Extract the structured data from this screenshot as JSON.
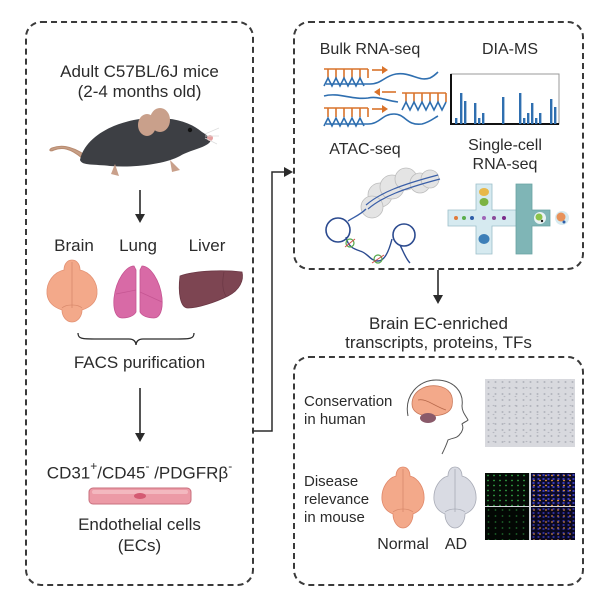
{
  "figure": {
    "left_panel": {
      "mouse_title_line1": "Adult C57BL/6J mice",
      "mouse_title_line2": "(2-4 months old)",
      "organs": [
        {
          "label": "Brain",
          "color": "#f3a98a"
        },
        {
          "label": "Lung",
          "color": "#d86aa6"
        },
        {
          "label": "Liver",
          "color": "#7d4552"
        }
      ],
      "facs_label": "FACS purification",
      "markers": [
        {
          "name": "CD31",
          "sign": "+"
        },
        {
          "name": "/CD45",
          "sign": "-"
        },
        {
          "name": " /PDGFRβ",
          "sign": "-"
        }
      ],
      "ec_label_line1": "Endothelial cells",
      "ec_label_line2": "(ECs)"
    },
    "omics_panel": {
      "methods": [
        {
          "label": "Bulk RNA-seq"
        },
        {
          "label": "DIA-MS"
        },
        {
          "label": "ATAC-seq"
        },
        {
          "label_line1": "Single-cell",
          "label_line2": "RNA-seq"
        }
      ]
    },
    "result_label_line1": "Brain EC-enriched",
    "result_label_line2": "transcripts, proteins, TFs",
    "validation_panel": {
      "conservation_line1": "Conservation",
      "conservation_line2": "in human",
      "disease_line1": "Disease",
      "disease_line2": "relevance",
      "disease_line3": "in mouse",
      "brain_labels": [
        "Normal",
        "AD"
      ]
    },
    "colors": {
      "dashed_border": "#3a3a3a",
      "rna_orange": "#d9732b",
      "rna_blue": "#2f6fb0",
      "ms_bar_blue": "#2f6fb0",
      "normal_brain": "#f3a98a",
      "ad_brain": "#d9dbe3",
      "mouse_body": "#3d3f44"
    }
  }
}
